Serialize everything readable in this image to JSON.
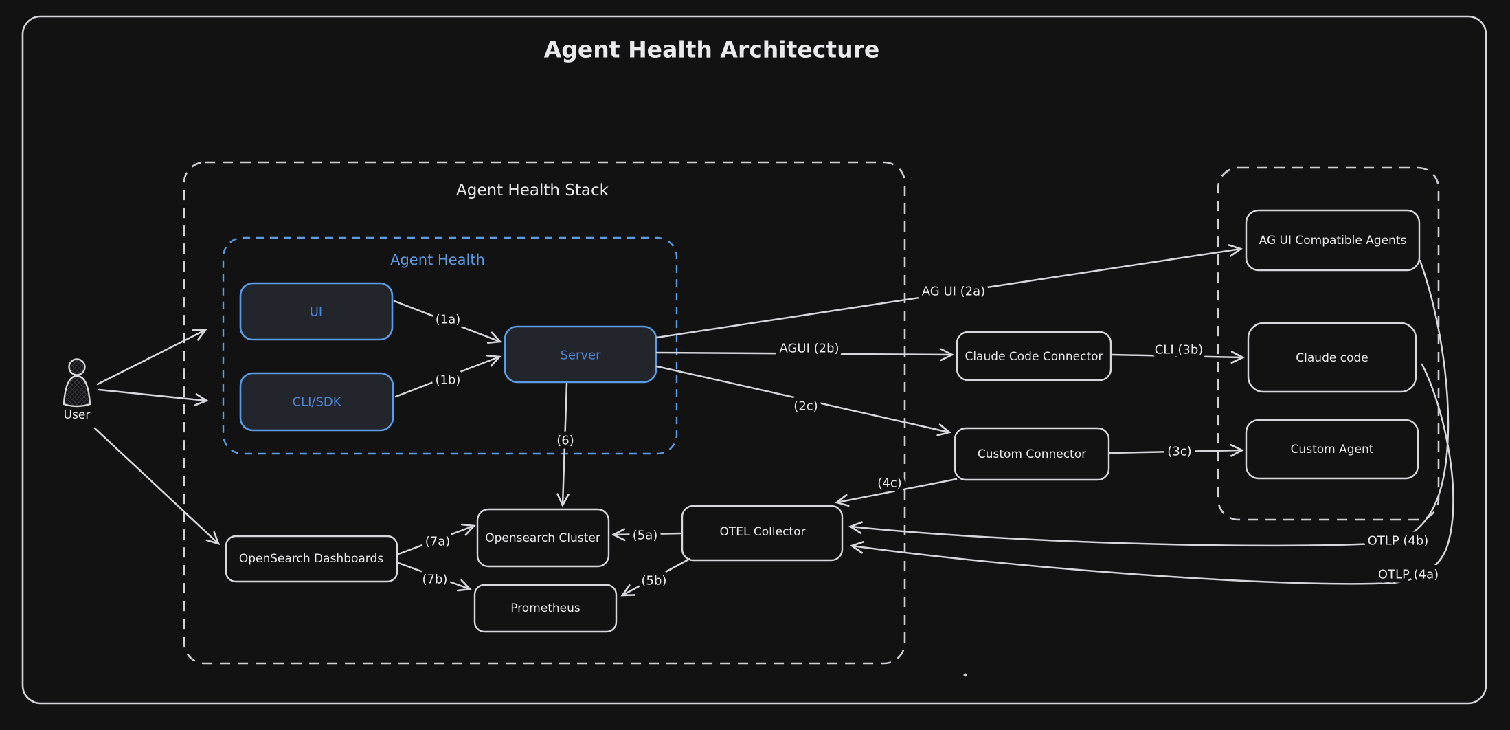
{
  "diagram": {
    "title": "Agent Health Architecture",
    "canvas_colors": {
      "background": "#121213",
      "stroke": "#d8d8dc",
      "text": "#eaeaec",
      "accent_blue": "#5b9ce4",
      "accent_blue_text": "#4e87d6",
      "blue_box_fill": "#22262c"
    },
    "groups": {
      "agent_health_stack": {
        "label": "Agent Health Stack"
      },
      "agent_health": {
        "label": "Agent Health"
      }
    },
    "nodes": {
      "user": {
        "label": "User"
      },
      "ui": {
        "label": "UI"
      },
      "cli_sdk": {
        "label": "CLI/SDK"
      },
      "server": {
        "label": "Server"
      },
      "opensearch_dashboards": {
        "label": "OpenSearch Dashboards"
      },
      "opensearch_cluster": {
        "label": "Opensearch Cluster"
      },
      "prometheus": {
        "label": "Prometheus"
      },
      "otel_collector": {
        "label": "OTEL Collector"
      },
      "claude_code_connector": {
        "label": "Claude Code Connector"
      },
      "custom_connector": {
        "label": "Custom Connector"
      },
      "ag_ui_compatible_agents": {
        "label": "AG UI Compatible Agents"
      },
      "claude_code": {
        "label": "Claude code"
      },
      "custom_agent": {
        "label": "Custom Agent"
      }
    },
    "edges": {
      "1a": {
        "label": "(1a)"
      },
      "1b": {
        "label": "(1b)"
      },
      "2a": {
        "label": "AG UI (2a)"
      },
      "2b": {
        "label": "AGUI (2b)"
      },
      "2c": {
        "label": "(2c)"
      },
      "3b": {
        "label": "CLI (3b)"
      },
      "3c": {
        "label": "(3c)"
      },
      "4a": {
        "label": "OTLP (4a)"
      },
      "4b": {
        "label": "OTLP (4b)"
      },
      "4c": {
        "label": "(4c)"
      },
      "5a": {
        "label": "(5a)"
      },
      "5b": {
        "label": "(5b)"
      },
      "6": {
        "label": "(6)"
      },
      "7a": {
        "label": "(7a)"
      },
      "7b": {
        "label": "(7b)"
      }
    }
  }
}
